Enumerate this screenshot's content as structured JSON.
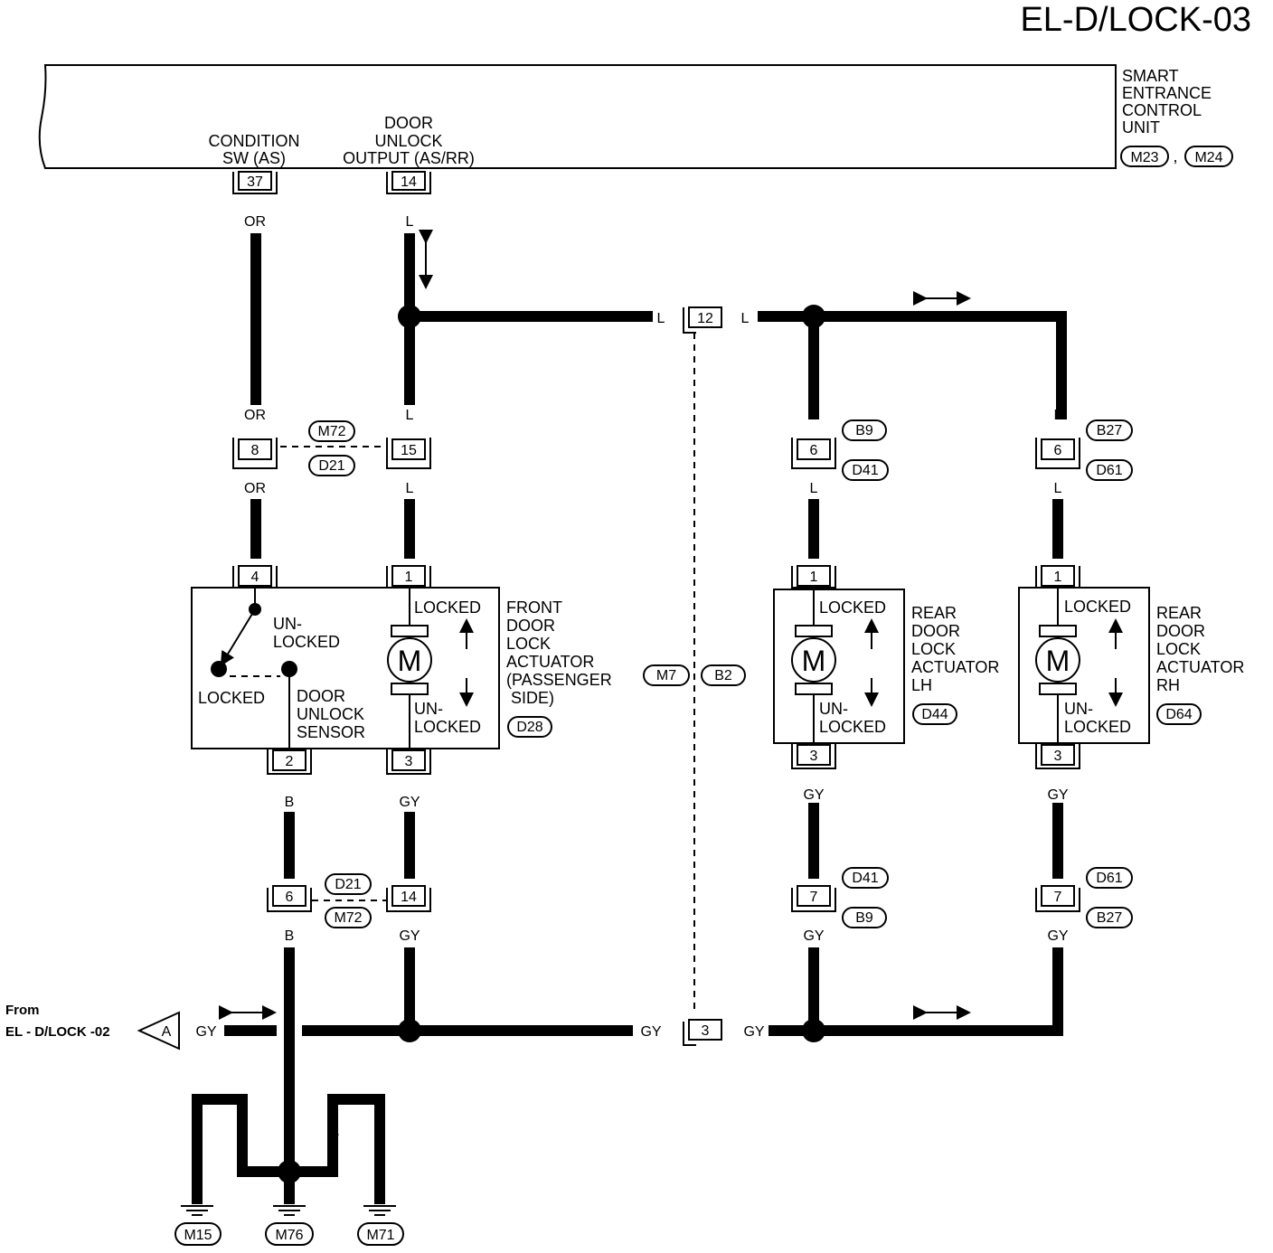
{
  "page_id": "EL-D/LOCK-03",
  "control_unit": {
    "name_lines": [
      "SMART",
      "ENTRANCE",
      "CONTROL",
      "UNIT"
    ],
    "connectors": [
      "M23",
      "M24"
    ],
    "terminal_37_label": [
      "CONDITION",
      "SW (AS)"
    ],
    "terminal_14_label": [
      "DOOR",
      "UNLOCK",
      "OUTPUT (AS/RR)"
    ]
  },
  "terminals": {
    "t37": "37",
    "t14": "14",
    "t12": "12",
    "t8": "8",
    "t15": "15",
    "front_4": "4",
    "front_1": "1",
    "front_2": "2",
    "front_3": "3",
    "t6_front": "6",
    "t14_lower": "14",
    "lh_6": "6",
    "lh_1": "1",
    "lh_3": "3",
    "lh_7": "7",
    "rh_6": "6",
    "rh_1": "1",
    "rh_3": "3",
    "rh_7": "7",
    "t3_gnd": "3"
  },
  "wire_colors": {
    "OR": "OR",
    "L": "L",
    "B": "B",
    "GY": "GY"
  },
  "connector_refs": {
    "M72": "M72",
    "D21": "D21",
    "D28": "D28",
    "M7": "M7",
    "B2": "B2",
    "B9": "B9",
    "D41": "D41",
    "D44": "D44",
    "B27": "B27",
    "D61": "D61",
    "D64": "D64",
    "M15": "M15",
    "M76": "M76",
    "M71": "M71"
  },
  "front_actuator": {
    "name_lines": [
      "FRONT",
      "DOOR",
      "LOCK",
      "ACTUATOR",
      "(PASSENGER",
      " SIDE)"
    ],
    "locked": "LOCKED",
    "unlocked": [
      "UN-",
      "LOCKED"
    ],
    "sensor_unlocked": [
      "UN-",
      "LOCKED"
    ],
    "sensor_locked": "LOCKED",
    "sensor_name": [
      "DOOR",
      "UNLOCK",
      "SENSOR"
    ],
    "motor": "M"
  },
  "rear_lh_actuator": {
    "name_lines": [
      "REAR",
      "DOOR",
      "LOCK",
      "ACTUATOR",
      "LH"
    ],
    "locked": "LOCKED",
    "unlocked": [
      "UN-",
      "LOCKED"
    ],
    "motor": "M"
  },
  "rear_rh_actuator": {
    "name_lines": [
      "REAR",
      "DOOR",
      "LOCK",
      "ACTUATOR",
      "RH"
    ],
    "locked": "LOCKED",
    "unlocked": [
      "UN-",
      "LOCKED"
    ],
    "motor": "M"
  },
  "from_ref": {
    "from": "From",
    "page": "EL - D/LOCK -02",
    "letter": "A"
  },
  "separator": ","
}
